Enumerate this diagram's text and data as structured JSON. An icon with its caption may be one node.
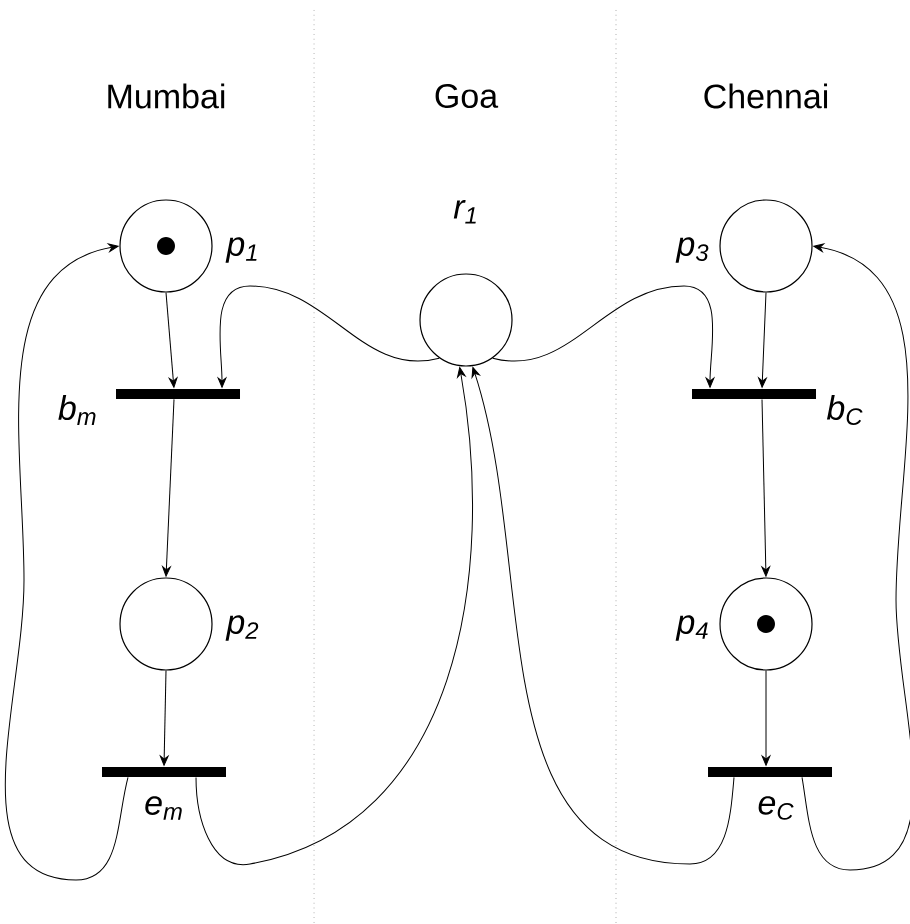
{
  "diagram": {
    "nodes": [
      {
        "text": [],
        "shape": "circle",
        "beside": [
          "p$_{1}$"
        ]
      },
      {
        "text": [],
        "shape": "dot",
        "in": 0
      },
      {
        "text": [],
        "shape": "circle",
        "beside": [
          "r$_{1}$"
        ]
      },
      {
        "text": [],
        "shape": "circle",
        "beside": [
          "p$_{3}$"
        ]
      },
      {
        "text": [],
        "shape": "bar",
        "beside": [
          "b$_{m}$"
        ]
      },
      {
        "text": [],
        "shape": "bar",
        "beside": [
          "b$_{C}$"
        ]
      },
      {
        "text": [],
        "shape": "circle",
        "beside": [
          "p$_{2}$"
        ]
      },
      {
        "text": [],
        "shape": "circle",
        "beside": [
          "p$_{4}$"
        ]
      },
      {
        "text": [],
        "shape": "dot",
        "in": 7
      },
      {
        "text": [],
        "shape": "bar",
        "beside": [
          "e$_{m}$"
        ]
      },
      {
        "text": [],
        "shape": "bar",
        "beside": [
          "e$_{C}$"
        ]
      }
    ],
    "edges": [
      {
        "from": 0,
        "to": 4,
        "arrow": "to"
      },
      {
        "from": 2,
        "to": 4,
        "arrow": "to"
      },
      {
        "from": 4,
        "to": 6,
        "arrow": "to"
      },
      {
        "from": 6,
        "to": 9,
        "arrow": "to"
      },
      {
        "from": 9,
        "to": 0,
        "arrow": "to"
      },
      {
        "from": 9,
        "to": 2,
        "arrow": "to"
      },
      {
        "from": 3,
        "to": 5,
        "arrow": "to"
      },
      {
        "from": 2,
        "to": 5,
        "arrow": "to"
      },
      {
        "from": 5,
        "to": 7,
        "arrow": "to"
      },
      {
        "from": 7,
        "to": 10,
        "arrow": "to"
      },
      {
        "from": 10,
        "to": 2,
        "arrow": "to"
      },
      {
        "from": 10,
        "to": 3,
        "arrow": "to"
      }
    ],
    "labels": [
      "Mumbai",
      "Goa",
      "Chennai"
    ]
  }
}
